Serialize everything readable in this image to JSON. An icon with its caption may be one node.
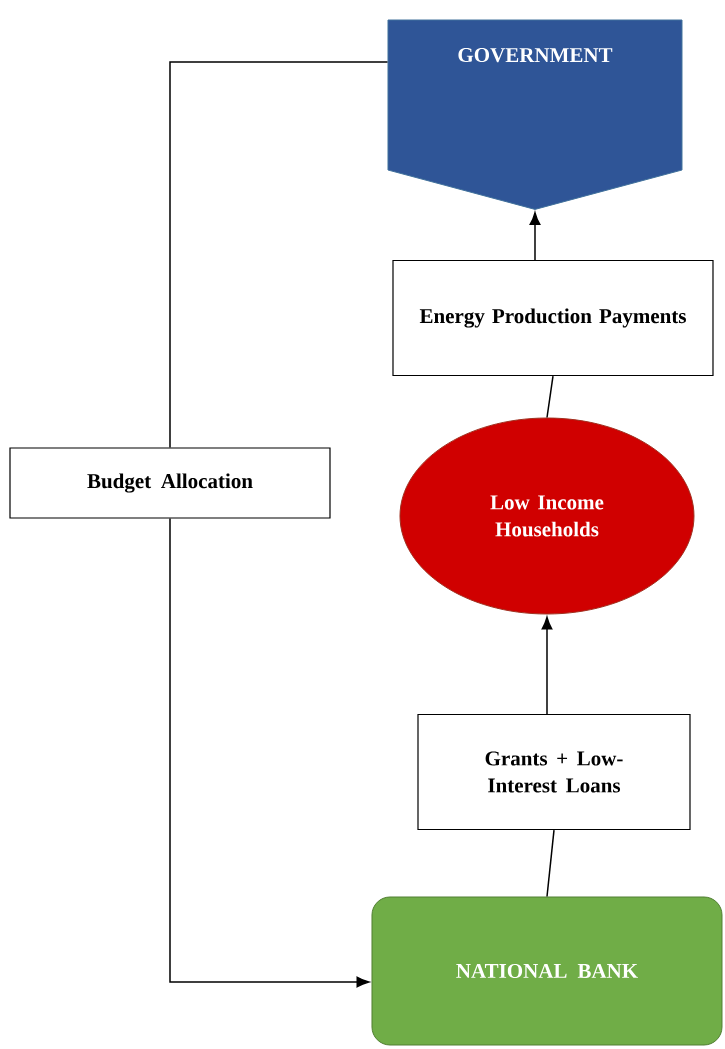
{
  "diagram": {
    "nodes": [
      {
        "text": [
          "GOVERNMENT"
        ]
      },
      {
        "text": [
          "Energy Production Payments"
        ]
      },
      {
        "text": [
          "Low Income Households"
        ]
      },
      {
        "text": [
          "Grants + Low-Interest Loans"
        ]
      },
      {
        "text": [
          "NATIONAL BANK"
        ]
      },
      {
        "text": [
          "Budget Allocation"
        ]
      }
    ],
    "edges": [
      {
        "from": 1,
        "to": 0,
        "arrow": "to"
      },
      {
        "from": 2,
        "to": 1,
        "arrow": "none"
      },
      {
        "from": 3,
        "to": 2,
        "arrow": "to"
      },
      {
        "from": 4,
        "to": 3,
        "arrow": "none"
      },
      {
        "from": 0,
        "to": 5,
        "arrow": "none"
      },
      {
        "from": 5,
        "to": 4,
        "arrow": "to"
      }
    ]
  }
}
